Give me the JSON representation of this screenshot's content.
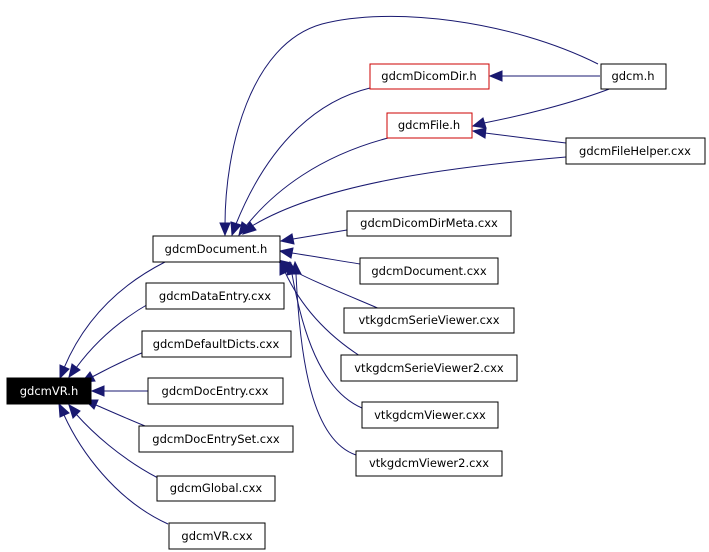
{
  "graph": {
    "nodes": {
      "gdcmVR_h": "gdcmVR.h",
      "gdcmDocument_h": "gdcmDocument.h",
      "gdcmDicomDir_h": "gdcmDicomDir.h",
      "gdcmFile_h": "gdcmFile.h",
      "gdcm_h": "gdcm.h",
      "gdcmFileHelper_cxx": "gdcmFileHelper.cxx",
      "gdcmDicomDirMeta_cxx": "gdcmDicomDirMeta.cxx",
      "gdcmDocument_cxx": "gdcmDocument.cxx",
      "vtkgdcmSerieViewer_cxx": "vtkgdcmSerieViewer.cxx",
      "vtkgdcmSerieViewer2_cxx": "vtkgdcmSerieViewer2.cxx",
      "vtkgdcmViewer_cxx": "vtkgdcmViewer.cxx",
      "vtkgdcmViewer2_cxx": "vtkgdcmViewer2.cxx",
      "gdcmDataEntry_cxx": "gdcmDataEntry.cxx",
      "gdcmDefaultDicts_cxx": "gdcmDefaultDicts.cxx",
      "gdcmDocEntry_cxx": "gdcmDocEntry.cxx",
      "gdcmDocEntrySet_cxx": "gdcmDocEntrySet.cxx",
      "gdcmGlobal_cxx": "gdcmGlobal.cxx",
      "gdcmVR_cxx": "gdcmVR.cxx"
    },
    "colors": {
      "edge": "#191970",
      "node_border": "#000000",
      "highlight_border": "#cc0000",
      "root_fill": "#000000",
      "root_text": "#ffffff"
    }
  }
}
